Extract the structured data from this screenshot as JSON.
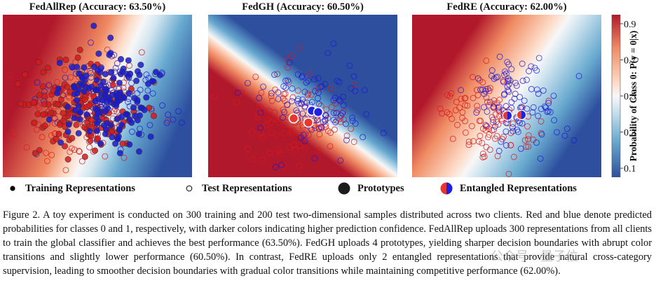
{
  "panels": [
    {
      "key": "fedallrep",
      "title": "FedAllRep (Accuracy: 63.50%)",
      "style": "broad"
    },
    {
      "key": "fedgh",
      "title": "FedGH (Accuracy: 60.50%)",
      "style": "sharp"
    },
    {
      "key": "fedre",
      "title": "FedRE (Accuracy: 62.00%)",
      "style": "gradual"
    }
  ],
  "colorbar": {
    "label": "Probability of Class 0: P(y = 0|x)",
    "ticks": [
      "0.9",
      "0.7",
      "0.5",
      "0.3",
      "0.1"
    ],
    "tick_values": [
      0.9,
      0.7,
      0.5,
      0.3,
      0.1
    ],
    "range": [
      0.05,
      0.95
    ],
    "colors": [
      "#b2182b",
      "#ef8a62",
      "#fddbc7",
      "#f7f7f7",
      "#d1e5f0",
      "#67a9cf",
      "#2d4f9e"
    ]
  },
  "legend": {
    "training": "Training Representations",
    "test": "Test Representations",
    "prototypes": "Prototypes",
    "entangled": "Entangled Representations"
  },
  "class_colors": {
    "class0": "#d7191c",
    "class1": "#1a1ad6"
  },
  "caption": "Figure 2. A toy experiment is conducted on 300 training and 200 test two-dimensional samples distributed across two clients. Red and blue denote predicted probabilities for classes 0 and 1, respectively, with darker colors indicating higher prediction confidence. FedAllRep uploads 300 representations from all clients to train the global classifier and achieves the best performance (63.50%). FedGH uploads 4 prototypes, yielding sharper decision boundaries with abrupt color transitions and slightly lower performance (60.50%). In contrast, FedRE uploads only 2 entangled representations that provide natural cross-category supervision, leading to smoother decision boundaries with gradual color transitions while maintaining competitive performance (62.00%).",
  "watermark": "公众号 · 量子位"
}
